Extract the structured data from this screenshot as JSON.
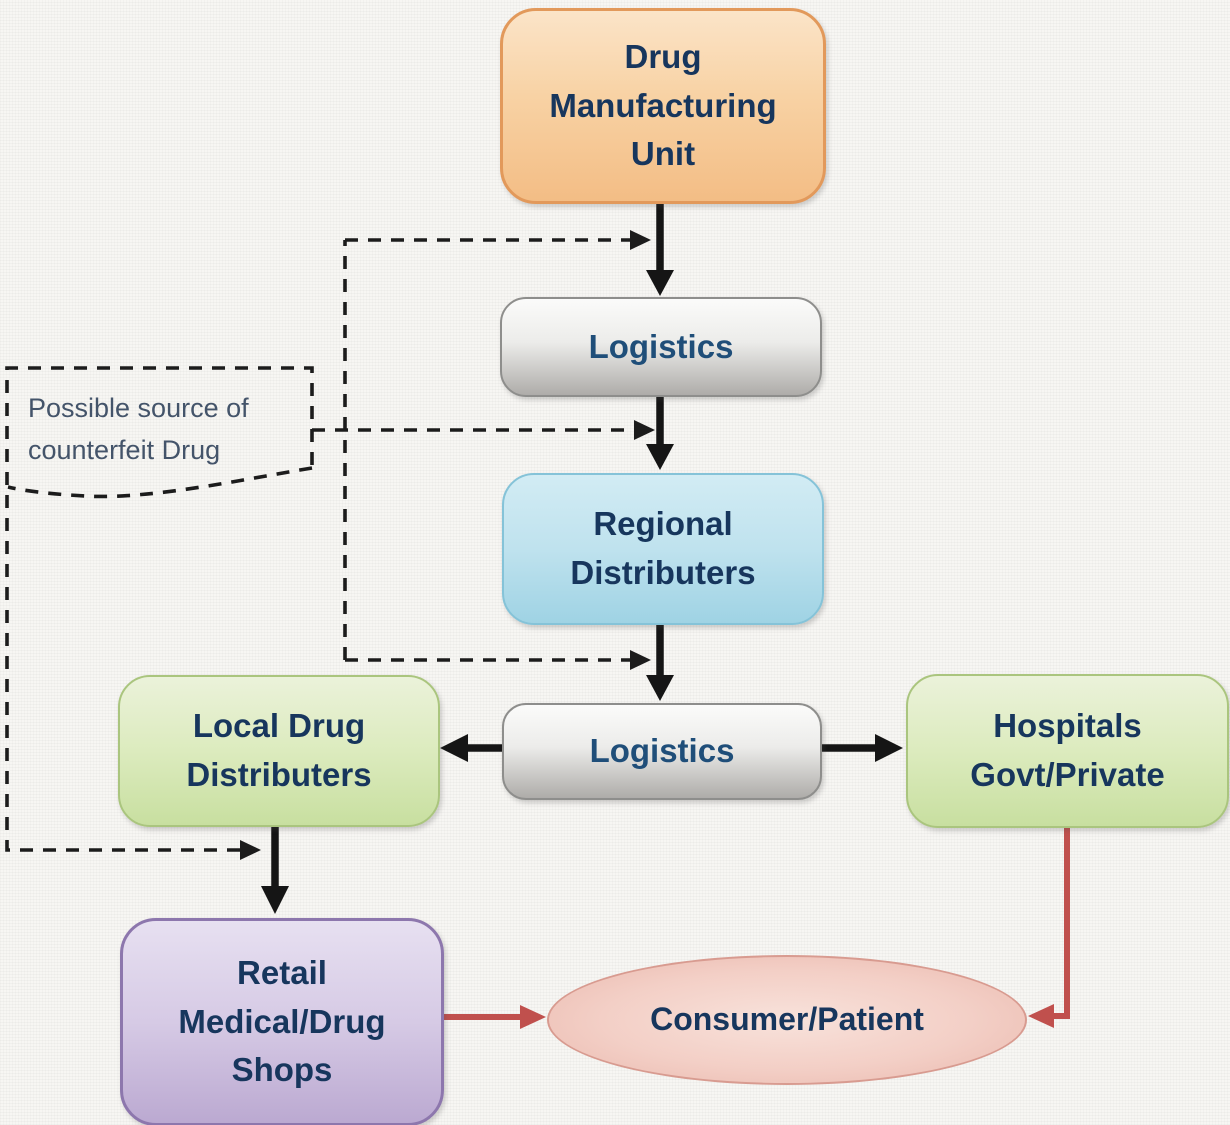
{
  "diagram": {
    "nodes": {
      "manufacturing": {
        "label": "Drug\nManufacturing\nUnit",
        "fill": "#f8d2a4",
        "border": "#e2995b",
        "shape": "rounded-rect"
      },
      "logistics_top": {
        "label": "Logistics",
        "fill": "#ececea",
        "border": "#8e8e8c",
        "shape": "rounded-rect"
      },
      "regional": {
        "label": "Regional\nDistributers",
        "fill": "#bfe2ee",
        "border": "#85c3d8",
        "shape": "rounded-rect"
      },
      "logistics_mid": {
        "label": "Logistics",
        "fill": "#ececea",
        "border": "#8e8e8c",
        "shape": "rounded-rect"
      },
      "local": {
        "label": "Local Drug\nDistributers",
        "fill": "#dcebbe",
        "border": "#aac57e",
        "shape": "rounded-rect"
      },
      "hospitals": {
        "label": "Hospitals\nGovt/Private",
        "fill": "#dcebbe",
        "border": "#aac57e",
        "shape": "rounded-rect"
      },
      "retail": {
        "label": "Retail\nMedical/Drug\nShops",
        "fill": "#d6cae5",
        "border": "#8d77ad",
        "shape": "rounded-rect"
      },
      "consumer": {
        "label": "Consumer/Patient",
        "fill": "#f3cfc6",
        "border": "#d89b90",
        "shape": "ellipse"
      }
    },
    "annotation": {
      "label": "Possible source of\ncounterfeit Drug"
    },
    "edges": [
      {
        "from": "manufacturing",
        "to": "logistics_top",
        "style": "solid-black"
      },
      {
        "from": "logistics_top",
        "to": "regional",
        "style": "solid-black"
      },
      {
        "from": "regional",
        "to": "logistics_mid",
        "style": "solid-black"
      },
      {
        "from": "logistics_mid",
        "to": "local",
        "style": "solid-black"
      },
      {
        "from": "logistics_mid",
        "to": "hospitals",
        "style": "solid-black"
      },
      {
        "from": "local",
        "to": "retail",
        "style": "solid-black"
      },
      {
        "from": "retail",
        "to": "consumer",
        "style": "solid-red"
      },
      {
        "from": "hospitals",
        "to": "consumer",
        "style": "solid-red"
      },
      {
        "from": "annotation",
        "to": "manufacturing→logistics_top link",
        "style": "dashed-black"
      },
      {
        "from": "annotation",
        "to": "logistics_top→regional link",
        "style": "dashed-black"
      },
      {
        "from": "annotation",
        "to": "regional→logistics_mid link",
        "style": "dashed-black"
      },
      {
        "from": "annotation",
        "to": "local→retail link",
        "style": "dashed-black"
      }
    ],
    "colors": {
      "solid_arrow": "#151515",
      "red_arrow": "#c0504d",
      "dashed_line": "#1c1c1c",
      "label_text": "#17365d",
      "logistics_text": "#1f4e79",
      "annotation_text": "#44546a",
      "background": "#f7f6f3"
    }
  }
}
